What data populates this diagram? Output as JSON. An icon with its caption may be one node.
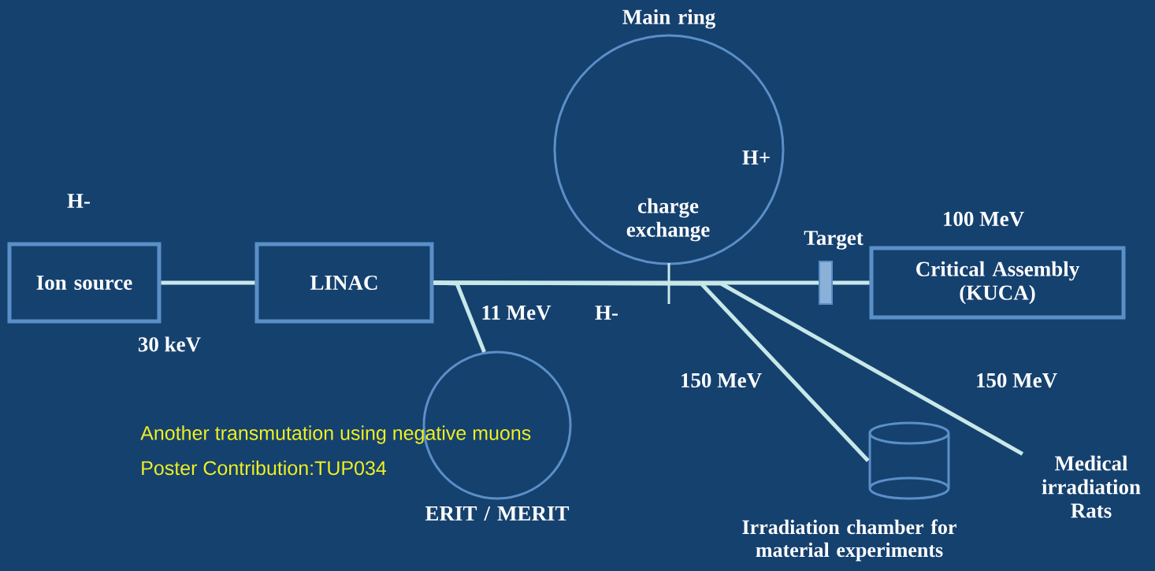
{
  "diagram": {
    "nodes": [
      {
        "text": [
          "Ion source"
        ]
      },
      {
        "text": [
          "LINAC"
        ]
      },
      {
        "text": [
          "Main ring"
        ]
      },
      {
        "text": [
          "ERIT / MERIT"
        ]
      },
      {
        "text": [
          "Target"
        ]
      },
      {
        "text": [
          "Critical Assembly (KUCA)"
        ]
      },
      {
        "text": [
          "Irradiation chamber for material experiments"
        ]
      },
      {
        "text": [
          "Medical irradiation Rats"
        ]
      }
    ],
    "edges": [
      {
        "from": 0,
        "to": 1,
        "arrow": "none"
      },
      {
        "from": 1,
        "to": 3,
        "arrow": "none"
      },
      {
        "from": 1,
        "to": 4,
        "arrow": "none"
      },
      {
        "from": 4,
        "to": 5,
        "arrow": "none"
      },
      {
        "from": 1,
        "to": 6,
        "arrow": "none"
      },
      {
        "from": 1,
        "to": 7,
        "arrow": "none"
      }
    ],
    "labels": [
      "H-",
      "30 keV",
      "11 MeV",
      "H-",
      "H+",
      "charge exchange",
      "100 MeV",
      "150 MeV",
      "150 MeV",
      "Another transmutation using negative muons",
      "Poster Contribution:TUP034"
    ]
  }
}
